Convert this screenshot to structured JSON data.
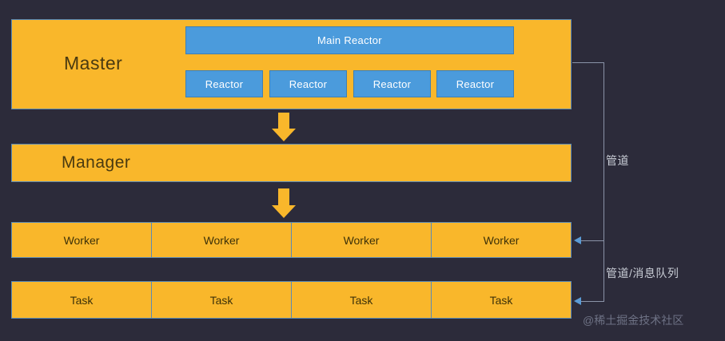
{
  "colors": {
    "background": "#2c2b3a",
    "panel_yellow": "#f9b72b",
    "reactor_blue": "#4b9bdc",
    "connector_gray": "#8a93a8",
    "arrow_blue": "#5b9bd5",
    "panel_text": "#4a3a10",
    "label_text": "#c9cdd6",
    "watermark_text": "#6e7285"
  },
  "diagram": {
    "master": {
      "label": "Master",
      "main_reactor": "Main Reactor",
      "reactors": [
        "Reactor",
        "Reactor",
        "Reactor",
        "Reactor"
      ]
    },
    "manager": {
      "label": "Manager"
    },
    "workers": [
      "Worker",
      "Worker",
      "Worker",
      "Worker"
    ],
    "tasks": [
      "Task",
      "Task",
      "Task",
      "Task"
    ],
    "side_labels": {
      "pipe": "管道",
      "pipe_message_queue": "管道/消息队列"
    }
  },
  "watermark": {
    "text": "@稀土掘金技术社区"
  }
}
